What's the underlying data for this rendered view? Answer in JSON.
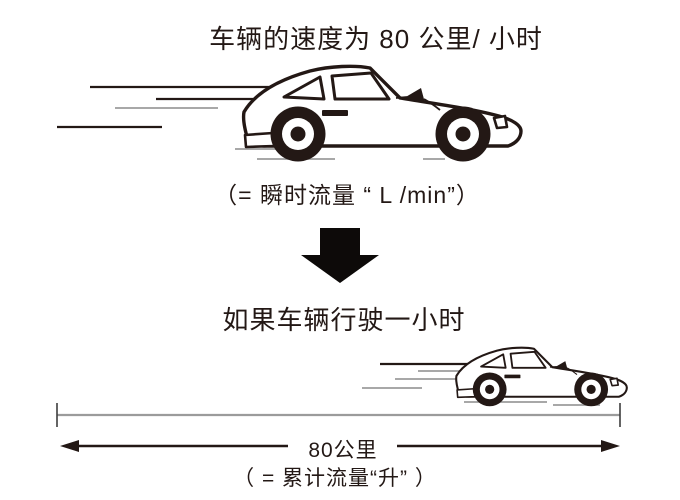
{
  "colors": {
    "ink": "#231815",
    "gray_line": "#9b9b9b",
    "arrow_black": "#0d0a09",
    "background": "#ffffff"
  },
  "sections": {
    "instantaneous": {
      "title": "车辆的速度为 80 公里/ 小时",
      "caption": "（= 瞬时流量 “ L /min”）",
      "illustration": "sports-car-speeding-right-large"
    },
    "transition": {
      "icon": "down-block-arrow"
    },
    "cumulative": {
      "title": "如果车辆行驶一小时",
      "illustration": "sports-car-speeding-right-small",
      "distance_label": "80公里",
      "caption": "（ = 累计流量“升” ）"
    }
  }
}
